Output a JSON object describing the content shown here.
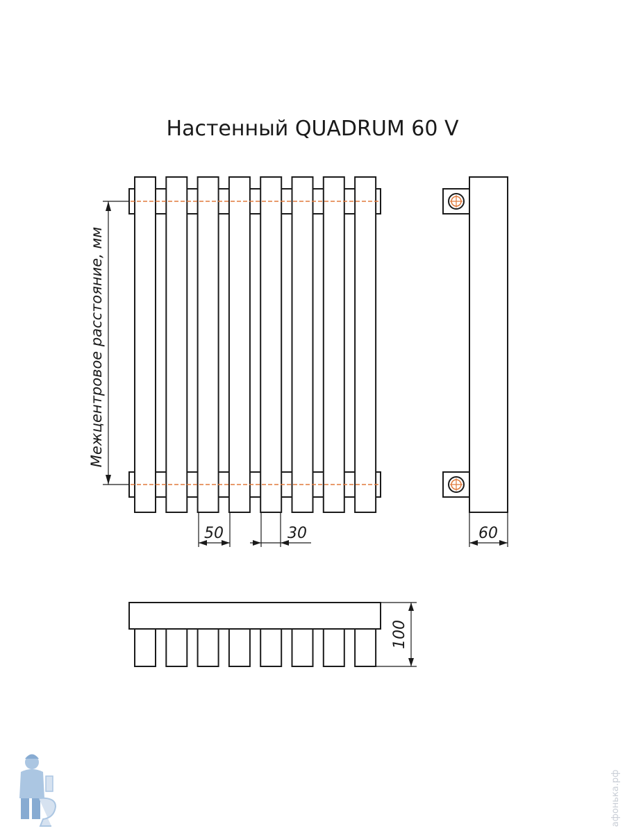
{
  "title": "Настенный QUADRUM 60 V",
  "labels": {
    "center_distance": "Межцентровое расстояние, мм",
    "dim_section_pitch": "50",
    "dim_gap": "30",
    "dim_depth": "60",
    "dim_height_top": "100"
  },
  "watermark": "афонька.рф",
  "section_count": 8,
  "colors": {
    "line": "#1a1a1a",
    "pipe_axis": "#e07a3c",
    "logo": "#8fb3d9"
  },
  "icons": [
    "plumber-logo-icon",
    "pipe-connection-icon"
  ]
}
